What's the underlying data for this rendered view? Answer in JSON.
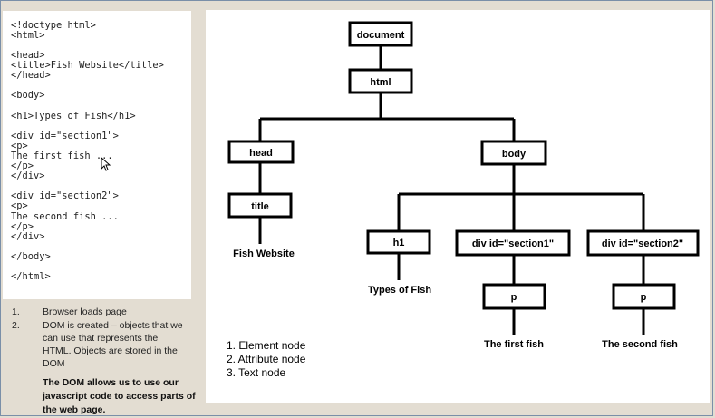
{
  "code_lines": [
    "<!doctype html>",
    "<html>",
    "<head>",
    "<title>Fish Website</title>",
    "</head>",
    "<body>",
    "<h1>Types of Fish</h1>",
    "<div id=\"section1\">",
    "<p>",
    "The first fish ...",
    "</p>",
    "</div>",
    "<div id=\"section2\">",
    "<p>",
    "The second fish ...",
    "</p>",
    "</div>",
    "</body>",
    "</html>"
  ],
  "notes": {
    "items": [
      {
        "num": "1.",
        "text": "Browser loads page"
      },
      {
        "num": "2.",
        "text": "DOM is created – objects that we can use that represents the HTML.  Objects are stored in the DOM"
      }
    ],
    "bold": "The DOM allows us to use our javascript code to access parts of the web page."
  },
  "tree": {
    "nodes": {
      "document": "document",
      "html": "html",
      "head": "head",
      "body": "body",
      "title": "title",
      "h1": "h1",
      "div1": "div id=\"section1\"",
      "div2": "div id=\"section2\"",
      "p1": "p",
      "p2": "p"
    },
    "texts": {
      "fish_website": "Fish Website",
      "types_of_fish": "Types of Fish",
      "first_fish": "The first fish",
      "second_fish": "The second fish"
    }
  },
  "legend": [
    "1. Element node",
    "2. Attribute node",
    "3. Text node"
  ],
  "colors": {
    "background": "#e3ddd2",
    "panel": "#ffffff",
    "frame": "#7a8fa8"
  }
}
